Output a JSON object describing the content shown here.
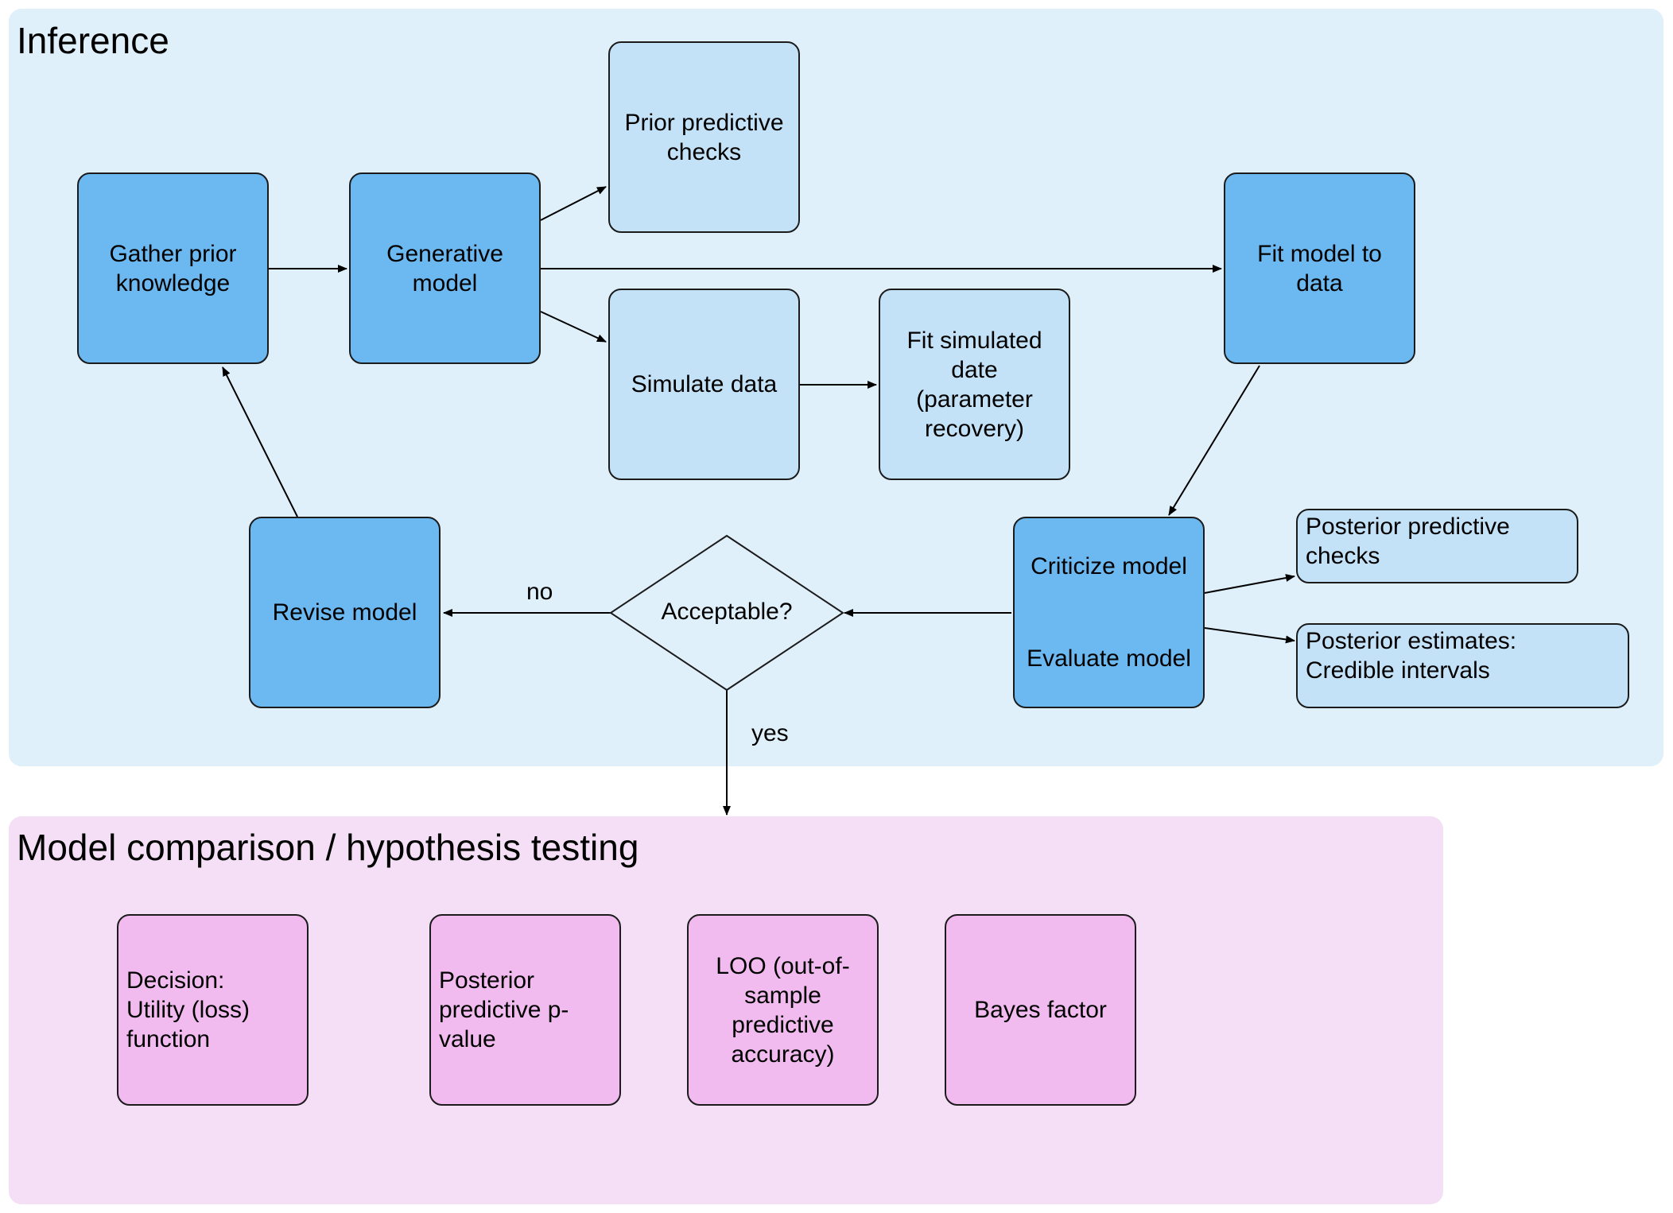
{
  "panels": {
    "inference_title": "Inference",
    "comparison_title": "Model comparison / hypothesis testing"
  },
  "nodes": {
    "gather": "Gather prior\nknowledge",
    "generative": "Generative\nmodel",
    "prior_checks": "Prior predictive\nchecks",
    "simulate": "Simulate data",
    "fit_simulated": "Fit simulated\ndate\n(parameter\nrecovery)",
    "fit_model": "Fit model to\ndata",
    "revise": "Revise model",
    "acceptable": "Acceptable?",
    "criticize": "Criticize model",
    "evaluate": "Evaluate model",
    "posterior_checks": "Posterior predictive\nchecks",
    "posterior_estimates": "Posterior estimates:\nCredible intervals",
    "decision": "Decision:\nUtility (loss)\nfunction",
    "posterior_p": "Posterior\npredictive p-\nvalue",
    "loo": "LOO (out-of-\nsample\npredictive\naccuracy)",
    "bayes": "Bayes factor"
  },
  "edge_labels": {
    "no": "no",
    "yes": "yes"
  },
  "colors": {
    "inference_panel": "#dff0fb",
    "comparison_panel": "#f4dff6",
    "primary_box": "#6cb8f1",
    "secondary_box": "#c4e2f7",
    "comparison_box": "#f2bbef"
  }
}
